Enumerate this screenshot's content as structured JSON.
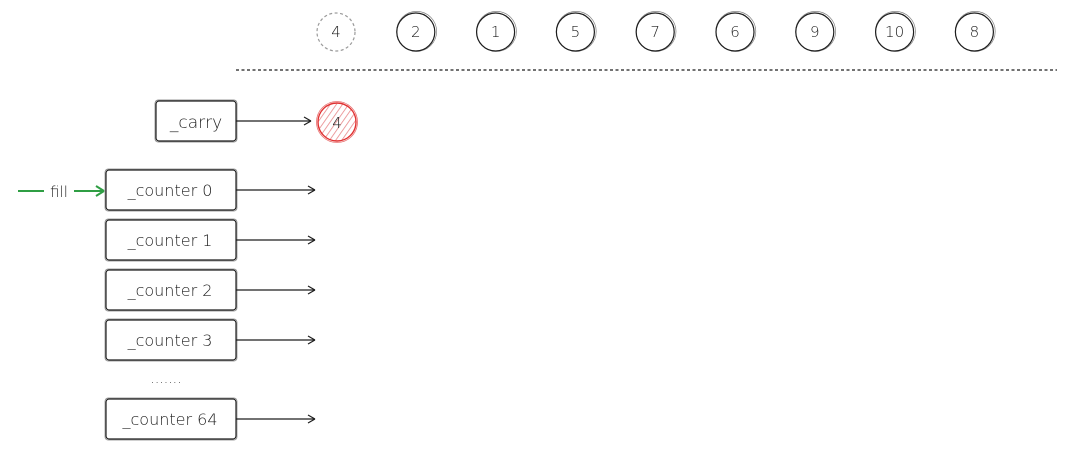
{
  "queue": [
    {
      "label": "4",
      "state": "ghost"
    },
    {
      "label": "2",
      "state": "normal"
    },
    {
      "label": "1",
      "state": "normal"
    },
    {
      "label": "5",
      "state": "normal"
    },
    {
      "label": "7",
      "state": "normal"
    },
    {
      "label": "6",
      "state": "normal"
    },
    {
      "label": "9",
      "state": "normal"
    },
    {
      "label": "10",
      "state": "normal"
    },
    {
      "label": "8",
      "state": "normal"
    }
  ],
  "carry": {
    "label": "_carry",
    "value": "4"
  },
  "counters": [
    {
      "label": "_counter 0"
    },
    {
      "label": "_counter 1"
    },
    {
      "label": "_counter 2"
    },
    {
      "label": "_counter 3"
    },
    {
      "label": "_counter 64"
    }
  ],
  "ellipsis": ".......",
  "fill_label": "fill",
  "colors": {
    "ink": "#1e1e1e",
    "ghost": "#9a9a9a",
    "carry_stroke": "#e03131",
    "carry_hatch": "#e8888a",
    "fill_arrow": "#2f9e44"
  }
}
